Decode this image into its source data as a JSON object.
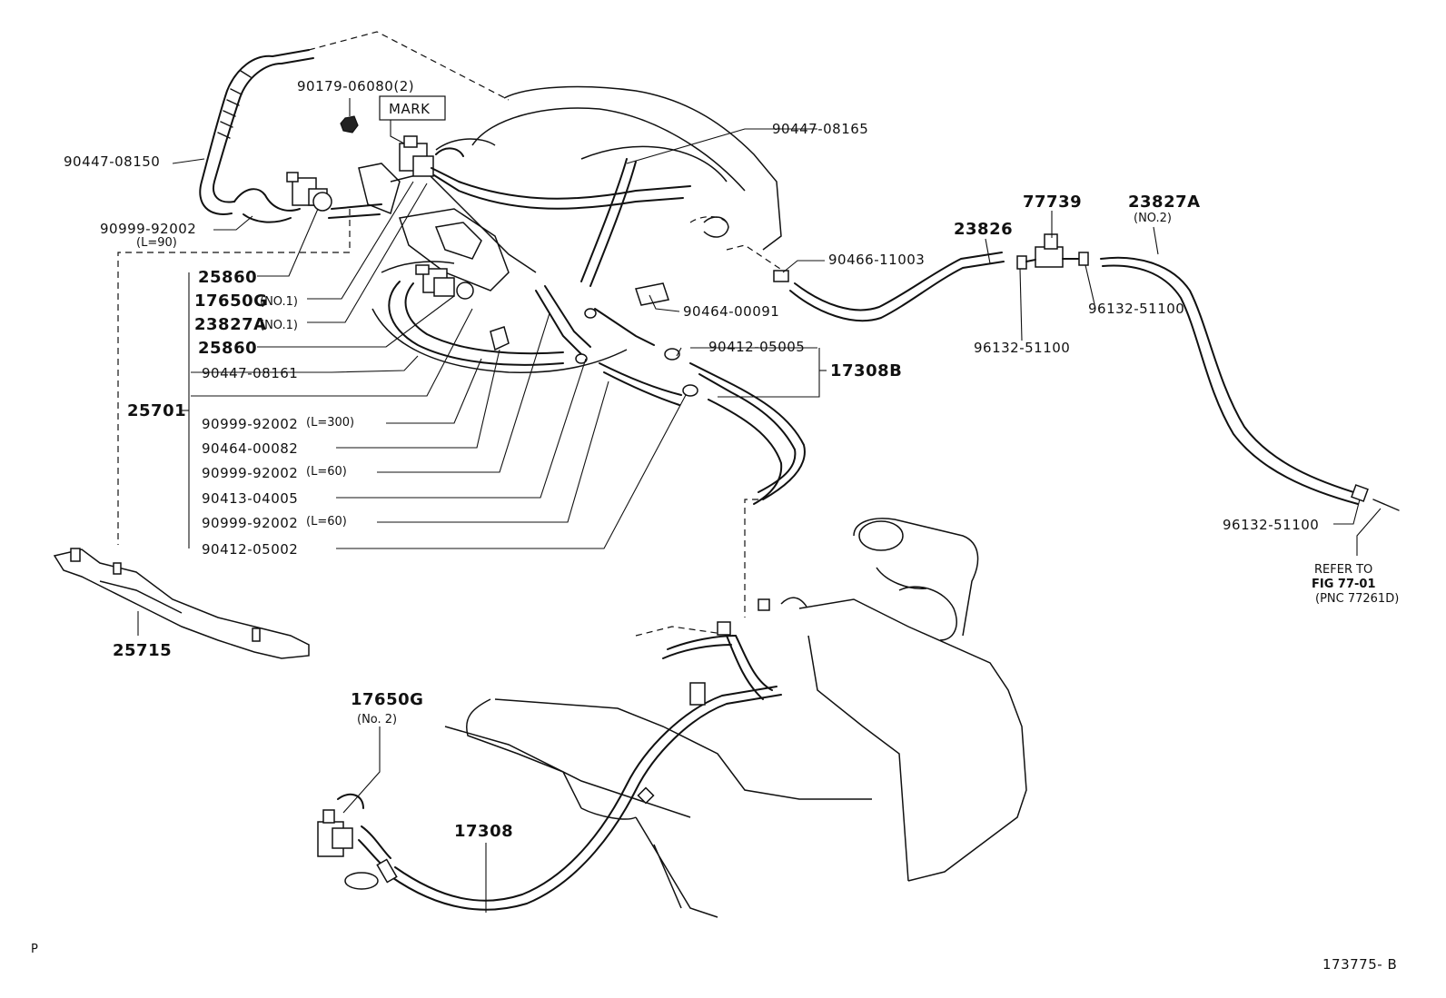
{
  "labels": {
    "p90179_06080": "90179-06080(2)",
    "mark": "MARK",
    "p90447_08150": "90447-08150",
    "p90447_08165": "90447-08165",
    "p90999_92002_top": "90999-92002",
    "p90999_92002_top_len": "(L=90)",
    "p25860_a": "25860",
    "p17650g_no1": "17650G",
    "p17650g_no1_note": "(NO.1)",
    "p23827a_no1": "23827A",
    "p23827a_no1_note": "(NO.1)",
    "p25860_b": "25860",
    "p90447_08161": "90447-08161",
    "p25701": "25701",
    "p90999_92002_l300": "90999-92002",
    "p90999_92002_l300_len": "(L=300)",
    "p90464_00082": "90464-00082",
    "p90999_92002_l60a": "90999-92002",
    "p90999_92002_l60a_len": "(L=60)",
    "p90413_04005": "90413-04005",
    "p90999_92002_l60b": "90999-92002",
    "p90999_92002_l60b_len": "(L=60)",
    "p90412_05002": "90412-05002",
    "p90464_00091": "90464-00091",
    "p90412_05005": "90412-05005",
    "p17308b": "17308B",
    "p90466_11003": "90466-11003",
    "p23826": "23826",
    "p77739": "77739",
    "p23827a_no2": "23827A",
    "p23827a_no2_note": "(NO.2)",
    "p96132_51100_a": "96132-51100",
    "p96132_51100_b": "96132-51100",
    "p96132_51100_c": "96132-51100",
    "refer_line1": "REFER TO",
    "refer_line2": "FIG 77-01",
    "refer_line3": "(PNC 77261D)",
    "p25715": "25715",
    "p17650g_no2": "17650G",
    "p17650g_no2_note": "(No. 2)",
    "p17308": "17308",
    "corner_p": "P",
    "figure_id": "173775- B"
  }
}
